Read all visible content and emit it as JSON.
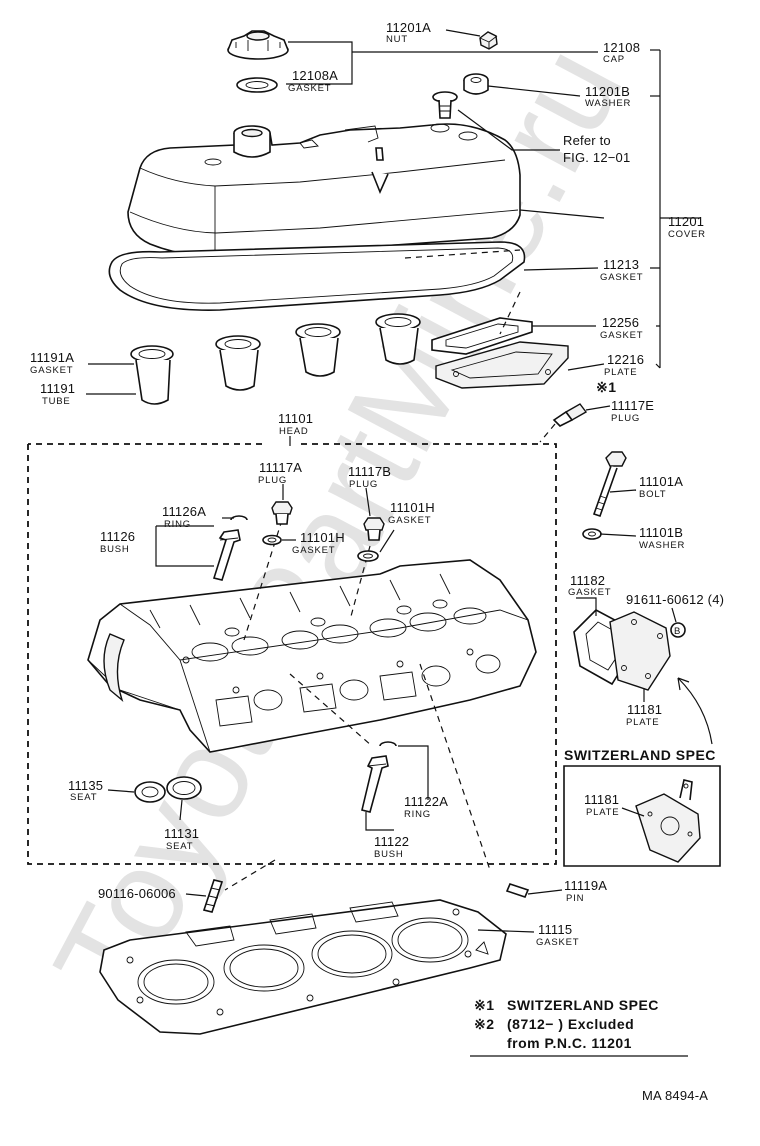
{
  "watermark": "ToyotaPartMine.ru",
  "labels": {
    "p11201A": {
      "pn": "11201A",
      "name": "NUT"
    },
    "p12108": {
      "pn": "12108",
      "name": "CAP"
    },
    "p12108A": {
      "pn": "12108A",
      "name": "GASKET"
    },
    "p11201B": {
      "pn": "11201B",
      "name": "WASHER"
    },
    "refer": {
      "line1": "Refer to",
      "line2": "FIG. 12−01"
    },
    "p11201": {
      "pn": "11201",
      "name": "COVER"
    },
    "p11213": {
      "pn": "11213",
      "name": "GASKET"
    },
    "p12256": {
      "pn": "12256",
      "name": "GASKET"
    },
    "p12216": {
      "pn": "12216",
      "name": "PLATE"
    },
    "mark1": "※1",
    "p11117E": {
      "pn": "11117E",
      "name": "PLUG"
    },
    "p11191A": {
      "pn": "11191A",
      "name": "GASKET"
    },
    "p11191": {
      "pn": "11191",
      "name": "TUBE"
    },
    "p11101": {
      "pn": "11101",
      "name": "HEAD"
    },
    "p11117A": {
      "pn": "11117A",
      "name": "PLUG"
    },
    "p11117B": {
      "pn": "11117B",
      "name": "PLUG"
    },
    "p11126A": {
      "pn": "11126A",
      "name": "RING"
    },
    "p11126": {
      "pn": "11126",
      "name": "BUSH"
    },
    "p11101H_a": {
      "pn": "11101H",
      "name": "GASKET"
    },
    "p11101H_b": {
      "pn": "11101H",
      "name": "GASKET"
    },
    "p11101A": {
      "pn": "11101A",
      "name": "BOLT"
    },
    "p11101B": {
      "pn": "11101B",
      "name": "WASHER"
    },
    "p11182": {
      "pn": "11182",
      "name": "GASKET"
    },
    "p91611": {
      "pn": "91611-60612 (4)"
    },
    "circleB": "B",
    "p11181": {
      "pn": "11181",
      "name": "PLATE"
    },
    "swiss": "SWITZERLAND  SPEC",
    "p11181s": {
      "pn": "11181",
      "name": "PLATE"
    },
    "p11135": {
      "pn": "11135",
      "name": "SEAT"
    },
    "p11131": {
      "pn": "11131",
      "name": "SEAT"
    },
    "p11122A": {
      "pn": "11122A",
      "name": "RING"
    },
    "p11122": {
      "pn": "11122",
      "name": "BUSH"
    },
    "p90116": {
      "pn": "90116-06006"
    },
    "p11119A": {
      "pn": "11119A",
      "name": "PIN"
    },
    "p11115": {
      "pn": "11115",
      "name": "GASKET"
    }
  },
  "notes": {
    "n1_mark": "※1",
    "n1_text": "SWITZERLAND  SPEC",
    "n2_mark": "※2",
    "n2_text": "(8712−        ) Excluded",
    "n2_text2": "from P.N.C. 11201"
  },
  "figure_code": "MA  8494-A"
}
